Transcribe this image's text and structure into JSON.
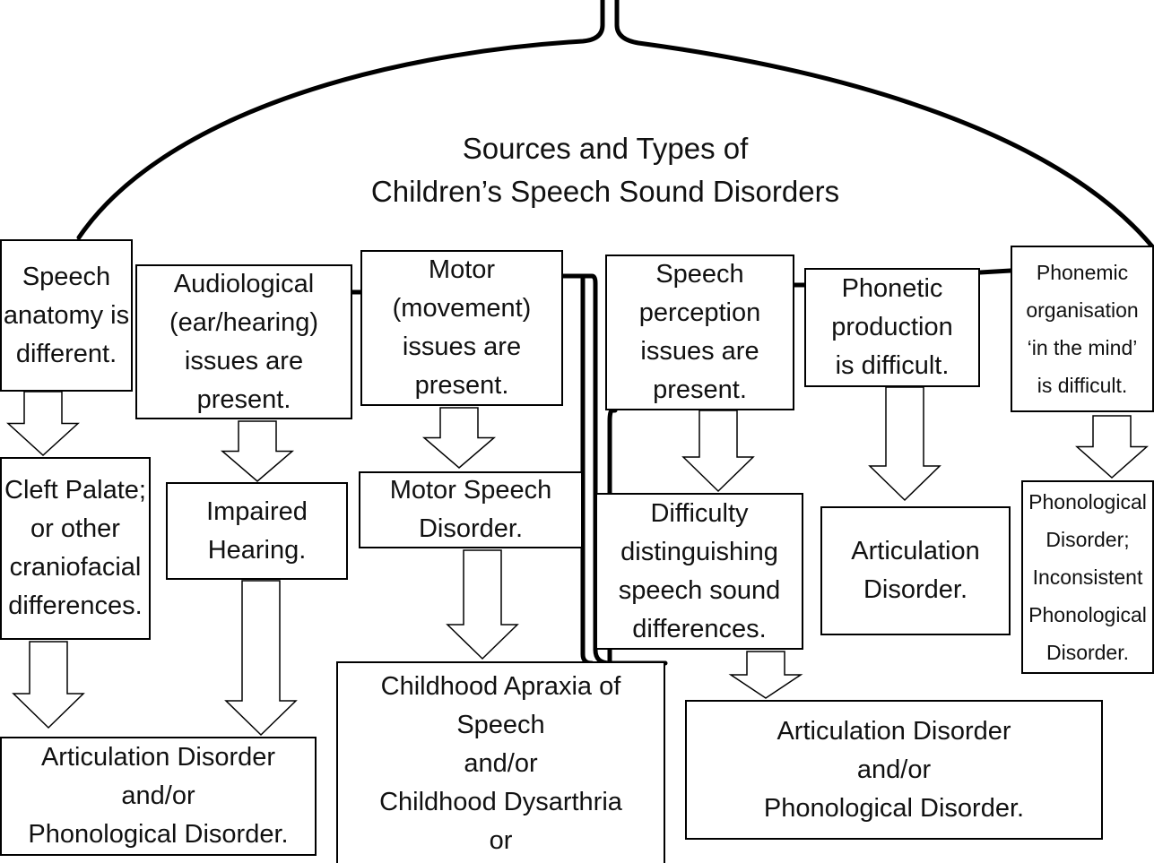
{
  "title": [
    "Sources and Types of",
    "Children’s Speech Sound Disorders"
  ],
  "sources": [
    {
      "lines": [
        "Speech",
        "anatomy is",
        "different."
      ]
    },
    {
      "lines": [
        "Audiological",
        "(ear/hearing)",
        "issues are",
        "present."
      ]
    },
    {
      "lines": [
        "Motor",
        "(movement)",
        "issues are",
        "present."
      ]
    },
    {
      "lines": [
        "Speech",
        "perception",
        "issues are",
        "present."
      ]
    },
    {
      "lines": [
        "Phonetic",
        "production",
        "is difficult."
      ]
    },
    {
      "lines": [
        "Phonemic",
        "organisation",
        "‘in the mind’",
        "is difficult."
      ]
    }
  ],
  "types": [
    {
      "lines": [
        "Cleft Palate;",
        "or other",
        "craniofacial",
        "differences."
      ]
    },
    {
      "lines": [
        "Impaired",
        "Hearing."
      ]
    },
    {
      "lines": [
        "Motor Speech",
        "Disorder."
      ]
    },
    {
      "lines": [
        "Difficulty",
        "distinguishing",
        "speech sound",
        "differences."
      ]
    },
    {
      "lines": [
        "Articulation",
        "Disorder."
      ]
    },
    {
      "lines": [
        "Phonological",
        "Disorder;",
        "Inconsistent",
        "Phonological",
        "Disorder."
      ]
    }
  ],
  "outcomes": [
    {
      "lines": [
        "Articulation Disorder",
        "and/or",
        "Phonological Disorder."
      ]
    },
    {
      "lines": [
        "Childhood Apraxia of",
        "Speech",
        "and/or",
        "Childhood Dysarthria",
        "or"
      ]
    },
    {
      "lines": [
        "Articulation Disorder",
        "and/or",
        "Phonological Disorder."
      ]
    }
  ]
}
